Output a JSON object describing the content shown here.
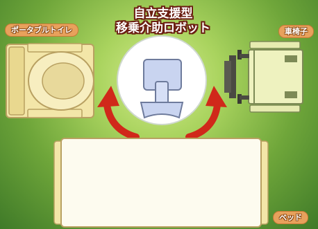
{
  "title": {
    "line1": "自立支援型",
    "line2": "移乗介助ロボット"
  },
  "labels": {
    "toilet": "ポータブルトイレ",
    "wheelchair": "車椅子",
    "bed": "ベッド"
  },
  "colors": {
    "arrow": "#d0281a",
    "label_pill": "#e8a15c",
    "furniture_fill": "#f3e6a8",
    "robot_body": "#c9d4f0"
  }
}
